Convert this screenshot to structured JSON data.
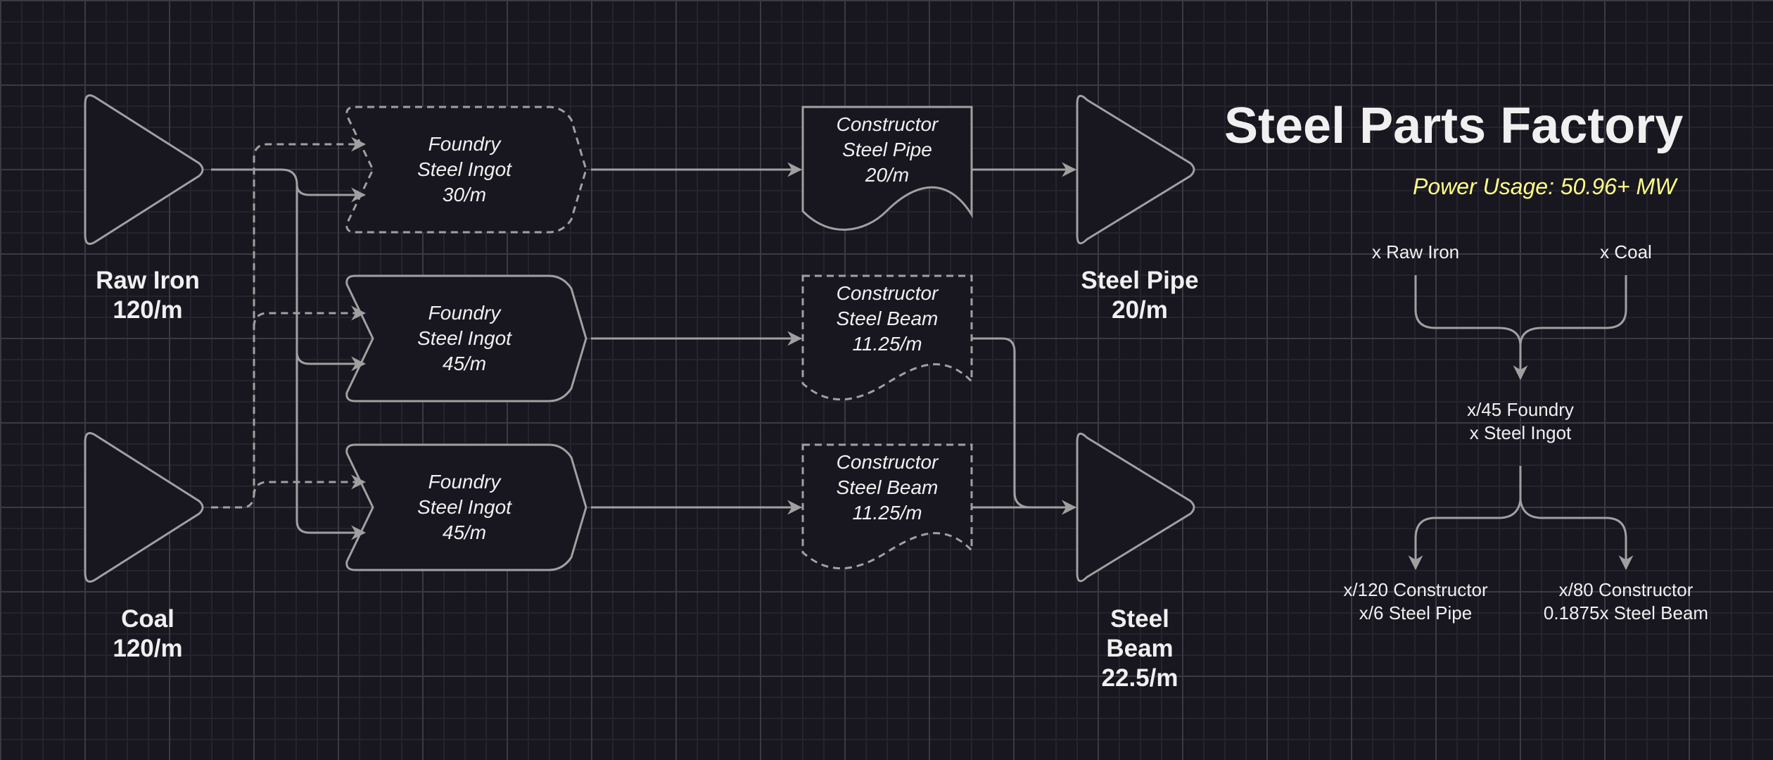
{
  "title": "Steel Parts Factory",
  "power_usage": "Power Usage: 50.96+ MW",
  "colors": {
    "background": "#18161f",
    "stroke": "#a0a0a0",
    "text": "#f0f0f0",
    "power_text": "#ffff88",
    "node_fill": "#18161f"
  },
  "inputs": [
    {
      "id": "raw-iron",
      "name": "Raw Iron",
      "rate": "120/m"
    },
    {
      "id": "coal",
      "name": "Coal",
      "rate": "120/m"
    }
  ],
  "foundries": [
    {
      "machine": "Foundry",
      "product": "Steel Ingot",
      "rate": "30/m",
      "style": "dashed"
    },
    {
      "machine": "Foundry",
      "product": "Steel Ingot",
      "rate": "45/m",
      "style": "solid"
    },
    {
      "machine": "Foundry",
      "product": "Steel Ingot",
      "rate": "45/m",
      "style": "solid"
    }
  ],
  "constructors": [
    {
      "machine": "Constructor",
      "product": "Steel Pipe",
      "rate": "20/m",
      "style": "solid"
    },
    {
      "machine": "Constructor",
      "product": "Steel Beam",
      "rate": "11.25/m",
      "style": "dashed"
    },
    {
      "machine": "Constructor",
      "product": "Steel Beam",
      "rate": "11.25/m",
      "style": "dashed"
    }
  ],
  "outputs": [
    {
      "id": "steel-pipe",
      "lines": [
        "Steel Pipe",
        "20/m"
      ]
    },
    {
      "id": "steel-beam",
      "lines": [
        "Steel",
        "Beam",
        "22.5/m"
      ]
    }
  ],
  "legend": {
    "inputs": [
      "x Raw Iron",
      "x Coal"
    ],
    "middle": [
      "x/45 Foundry",
      "x Steel Ingot"
    ],
    "outputs": [
      [
        "x/120 Constructor",
        "x/6 Steel Pipe"
      ],
      [
        "x/80 Constructor",
        "0.1875x Steel Beam"
      ]
    ]
  }
}
